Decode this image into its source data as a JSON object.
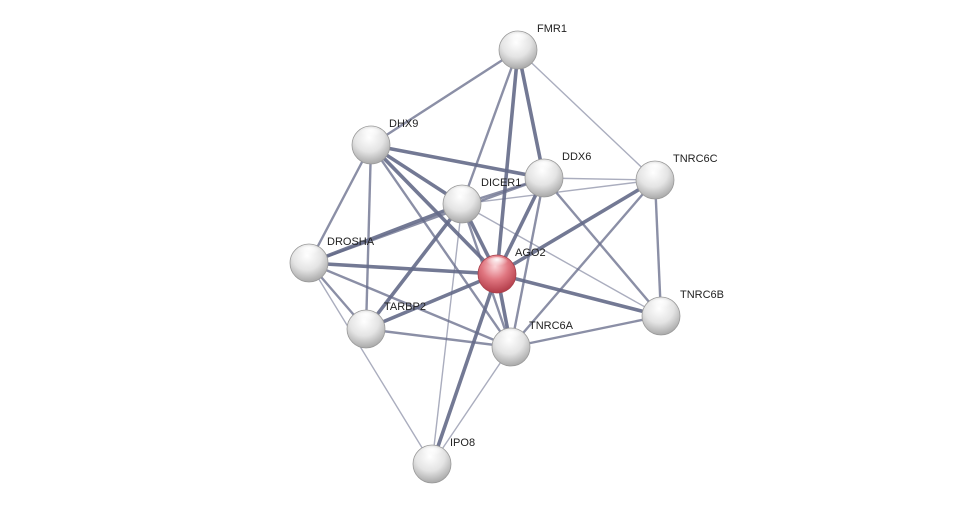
{
  "network": {
    "nodes": [
      {
        "id": "FMR1",
        "label": "FMR1",
        "query": false
      },
      {
        "id": "DHX9",
        "label": "DHX9",
        "query": false
      },
      {
        "id": "DDX6",
        "label": "DDX6",
        "query": false
      },
      {
        "id": "TNRC6C",
        "label": "TNRC6C",
        "query": false
      },
      {
        "id": "DICER1",
        "label": "DICER1",
        "query": false
      },
      {
        "id": "DROSHA",
        "label": "DROSHA",
        "query": false
      },
      {
        "id": "AGO2",
        "label": "AGO2",
        "query": true
      },
      {
        "id": "TARBP2",
        "label": "TARBP2",
        "query": false
      },
      {
        "id": "TNRC6B",
        "label": "TNRC6B",
        "query": false
      },
      {
        "id": "TNRC6A",
        "label": "TNRC6A",
        "query": false
      },
      {
        "id": "IPO8",
        "label": "IPO8",
        "query": false
      }
    ],
    "edges": [
      {
        "source": "FMR1",
        "target": "DHX9",
        "weight": 2
      },
      {
        "source": "FMR1",
        "target": "DICER1",
        "weight": 2
      },
      {
        "source": "FMR1",
        "target": "DDX6",
        "weight": 3
      },
      {
        "source": "FMR1",
        "target": "AGO2",
        "weight": 3
      },
      {
        "source": "FMR1",
        "target": "TNRC6C",
        "weight": 1
      },
      {
        "source": "DHX9",
        "target": "DICER1",
        "weight": 3
      },
      {
        "source": "DHX9",
        "target": "DDX6",
        "weight": 3
      },
      {
        "source": "DHX9",
        "target": "AGO2",
        "weight": 3
      },
      {
        "source": "DHX9",
        "target": "DROSHA",
        "weight": 2
      },
      {
        "source": "DHX9",
        "target": "TARBP2",
        "weight": 2
      },
      {
        "source": "DHX9",
        "target": "TNRC6A",
        "weight": 2
      },
      {
        "source": "DDX6",
        "target": "DICER1",
        "weight": 2
      },
      {
        "source": "DDX6",
        "target": "AGO2",
        "weight": 3
      },
      {
        "source": "DDX6",
        "target": "TNRC6C",
        "weight": 1
      },
      {
        "source": "DDX6",
        "target": "TNRC6B",
        "weight": 2
      },
      {
        "source": "DDX6",
        "target": "TNRC6A",
        "weight": 2
      },
      {
        "source": "DDX6",
        "target": "DROSHA",
        "weight": 2
      },
      {
        "source": "DICER1",
        "target": "TNRC6C",
        "weight": 1
      },
      {
        "source": "DICER1",
        "target": "DROSHA",
        "weight": 3
      },
      {
        "source": "DICER1",
        "target": "AGO2",
        "weight": 3
      },
      {
        "source": "DICER1",
        "target": "TARBP2",
        "weight": 3
      },
      {
        "source": "DICER1",
        "target": "TNRC6A",
        "weight": 2
      },
      {
        "source": "DICER1",
        "target": "TNRC6B",
        "weight": 1
      },
      {
        "source": "DICER1",
        "target": "IPO8",
        "weight": 1
      },
      {
        "source": "TNRC6C",
        "target": "AGO2",
        "weight": 3
      },
      {
        "source": "TNRC6C",
        "target": "TNRC6B",
        "weight": 2
      },
      {
        "source": "TNRC6C",
        "target": "TNRC6A",
        "weight": 2
      },
      {
        "source": "DROSHA",
        "target": "AGO2",
        "weight": 3
      },
      {
        "source": "DROSHA",
        "target": "TARBP2",
        "weight": 2
      },
      {
        "source": "DROSHA",
        "target": "TNRC6A",
        "weight": 2
      },
      {
        "source": "DROSHA",
        "target": "IPO8",
        "weight": 1
      },
      {
        "source": "AGO2",
        "target": "TARBP2",
        "weight": 3
      },
      {
        "source": "AGO2",
        "target": "TNRC6A",
        "weight": 3
      },
      {
        "source": "AGO2",
        "target": "TNRC6B",
        "weight": 3
      },
      {
        "source": "AGO2",
        "target": "IPO8",
        "weight": 3
      },
      {
        "source": "TARBP2",
        "target": "TNRC6A",
        "weight": 2
      },
      {
        "source": "TNRC6A",
        "target": "TNRC6B",
        "weight": 2
      },
      {
        "source": "TNRC6A",
        "target": "IPO8",
        "weight": 1
      }
    ]
  },
  "colors": {
    "edge": "#646a88",
    "query_node": "#d95a68",
    "node": "#d6d6d6",
    "label": "#222222"
  }
}
